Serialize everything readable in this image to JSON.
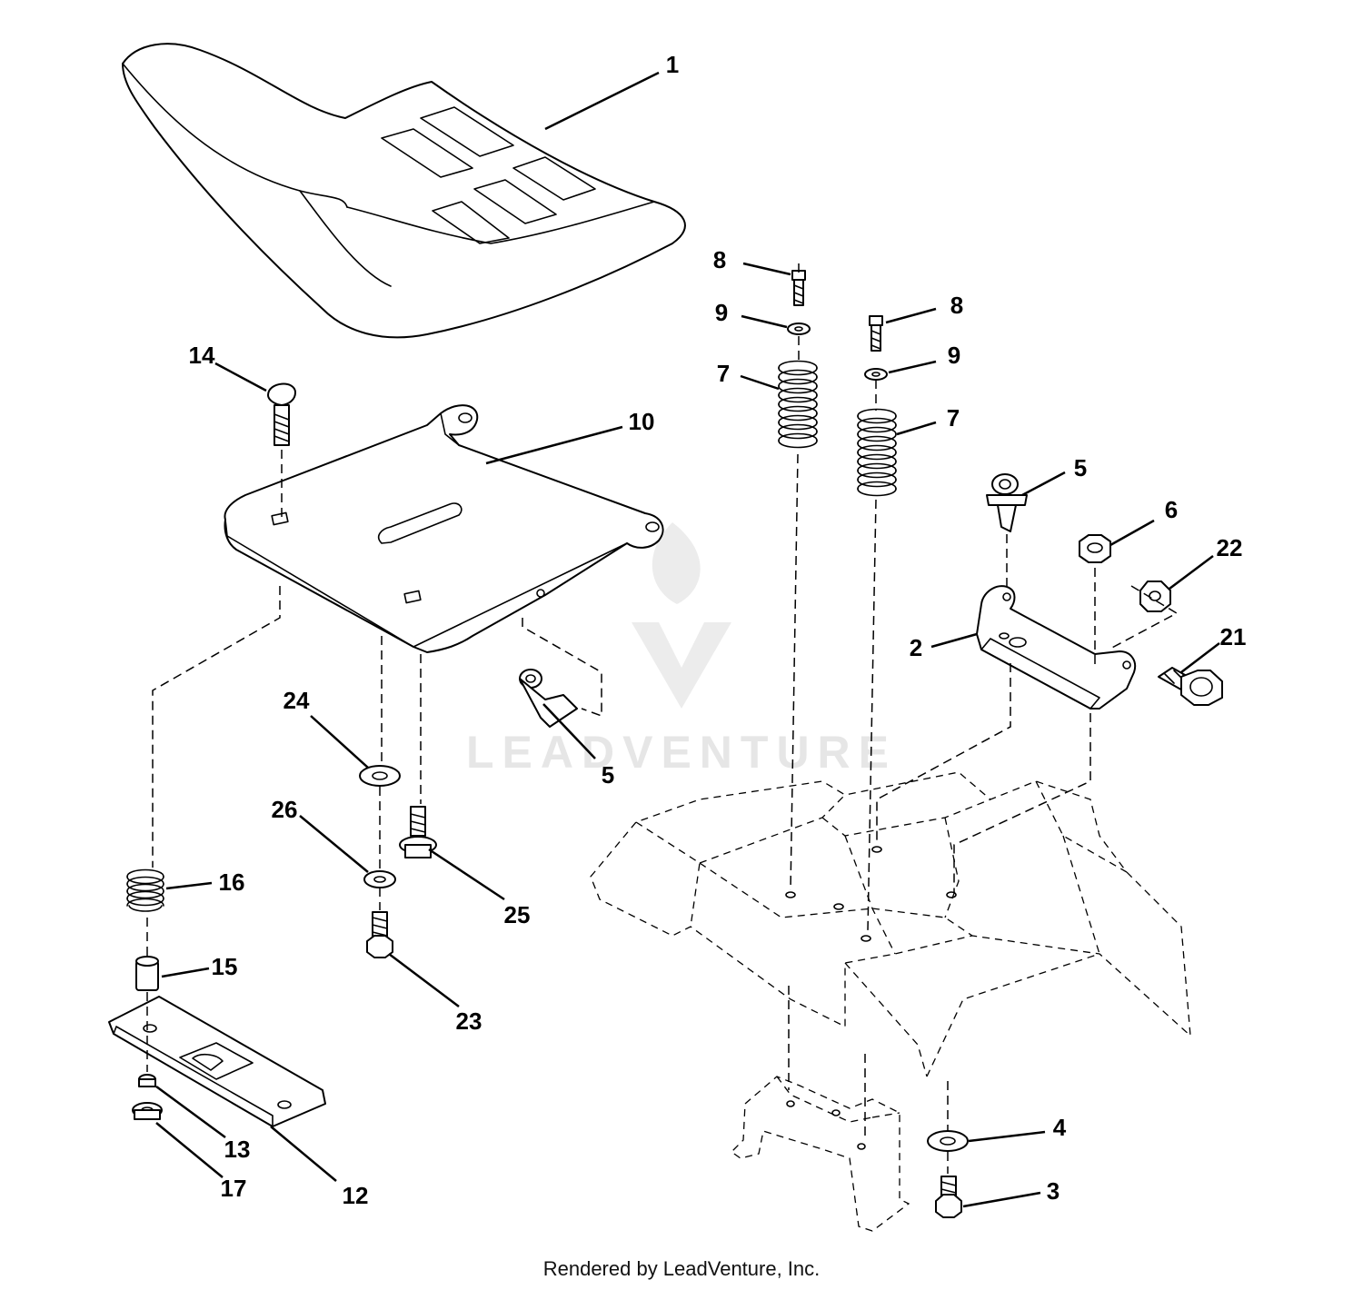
{
  "footer": "Rendered by LeadVenture, Inc.",
  "watermark": "LEADVENTURE",
  "callouts": {
    "c1": "1",
    "c2": "2",
    "c3": "3",
    "c4": "4",
    "c5a": "5",
    "c5b": "5",
    "c6": "6",
    "c7a": "7",
    "c7b": "7",
    "c8a": "8",
    "c8b": "8",
    "c9a": "9",
    "c9b": "9",
    "c10": "10",
    "c12": "12",
    "c13": "13",
    "c14": "14",
    "c15": "15",
    "c16": "16",
    "c17": "17",
    "c21": "21",
    "c22": "22",
    "c23": "23",
    "c24": "24",
    "c25": "25",
    "c26": "26"
  }
}
